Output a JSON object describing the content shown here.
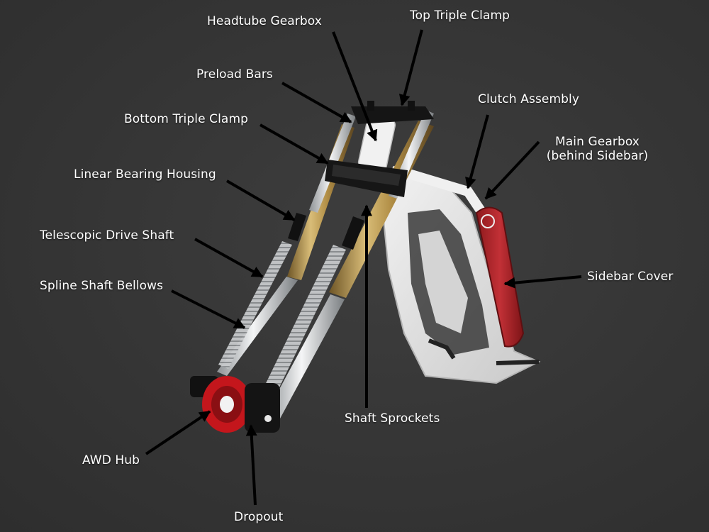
{
  "labels": {
    "headtube_gearbox": "Headtube Gearbox",
    "top_triple_clamp": "Top Triple Clamp",
    "preload_bars": "Preload Bars",
    "clutch_assembly": "Clutch Assembly",
    "bottom_triple_clamp": "Bottom Triple Clamp",
    "main_gearbox_line1": "Main Gearbox",
    "main_gearbox_line2": "(behind Sidebar)",
    "linear_bearing_housing": "Linear Bearing Housing",
    "telescopic_drive_shaft": "Telescopic Drive Shaft",
    "sidebar_cover": "Sidebar Cover",
    "spline_shaft_bellows": "Spline Shaft Bellows",
    "shaft_sprockets": "Shaft Sprockets",
    "awd_hub": "AWD Hub",
    "dropout": "Dropout"
  },
  "colors": {
    "background": "#363636",
    "frame": "#e4e4e4",
    "fork_gold": "#b89a5a",
    "chrome": "#cfd2d4",
    "hub_red": "#c4161c",
    "sidebar_red": "#b3262a",
    "clamp_black": "#151515",
    "arrow": "#000000"
  }
}
